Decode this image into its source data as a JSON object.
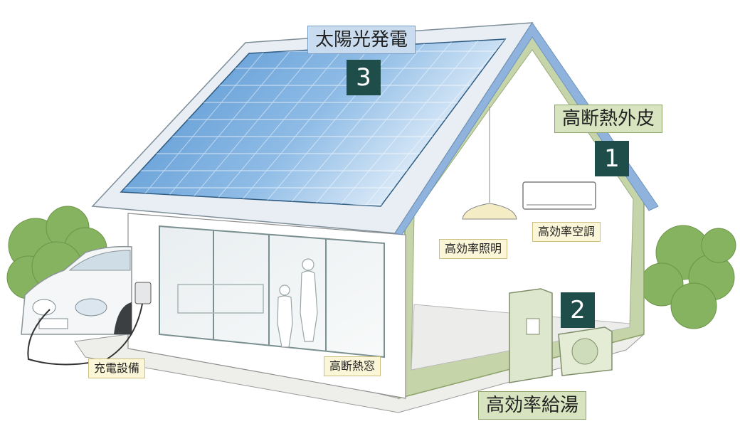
{
  "labels": {
    "solar": "太陽光発電",
    "insulation_shell": "高断熱外皮",
    "water_heater": "高効率給湯",
    "air_conditioner": "高効率空調",
    "lighting": "高効率照明",
    "ev_charger": "充電設備",
    "window": "高断熱窓"
  },
  "badges": {
    "insulation_shell": "1",
    "water_heater": "2",
    "solar": "3"
  },
  "colors": {
    "badge": "#1f4d4a",
    "big_label_green": "#d8e3bf",
    "big_label_blue": "#c9dcef",
    "small_label": "#fbf6d8",
    "wall_trim": "#c6d5a9",
    "roof_edge": "#8fb3dc",
    "solar_panel": "#5d9ad3",
    "shrub": "#8ab565"
  }
}
